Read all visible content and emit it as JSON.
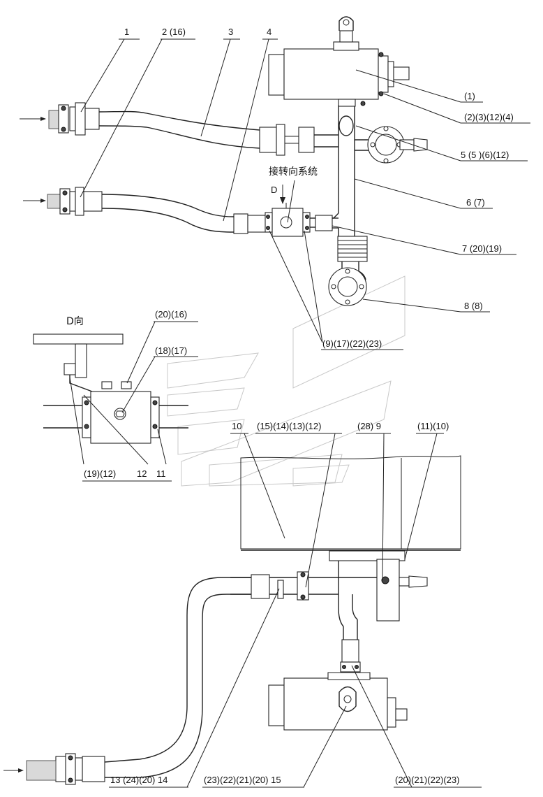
{
  "callouts_top": {
    "c1": "1",
    "c2": "2 (16)",
    "c3": "3",
    "c4": "4",
    "r1": "(1)",
    "r2": "(2)(3)(12)(4)",
    "r3": "5 (5 )(6)(12)",
    "r4": "6 (7)",
    "r5": "7 (20)(19)",
    "r6": "8 (8)",
    "mid": "(9)(17)(22)(23)"
  },
  "annotations": {
    "steering": "接转向系统",
    "d_arrow": "D",
    "d_view": "D向"
  },
  "callouts_detail": {
    "a": "(20)(16)",
    "b": "(18)(17)",
    "c": "(19)(12)",
    "d": "12",
    "e": "11"
  },
  "callouts_lower": {
    "a": "10",
    "b": "(15)(14)(13)(12)",
    "c": "(28) 9",
    "d": "(11)(10)"
  },
  "callouts_bottom": {
    "a": "13 (24)(20) 14",
    "b": "(23)(22)(21)(20) 15",
    "c": "(20)(21)(22)(23)"
  },
  "icons": [
    "inlet-arrow-icon",
    "flange-icon",
    "pump-icon",
    "valve-block-icon",
    "bellows-icon",
    "watermark-logo"
  ]
}
